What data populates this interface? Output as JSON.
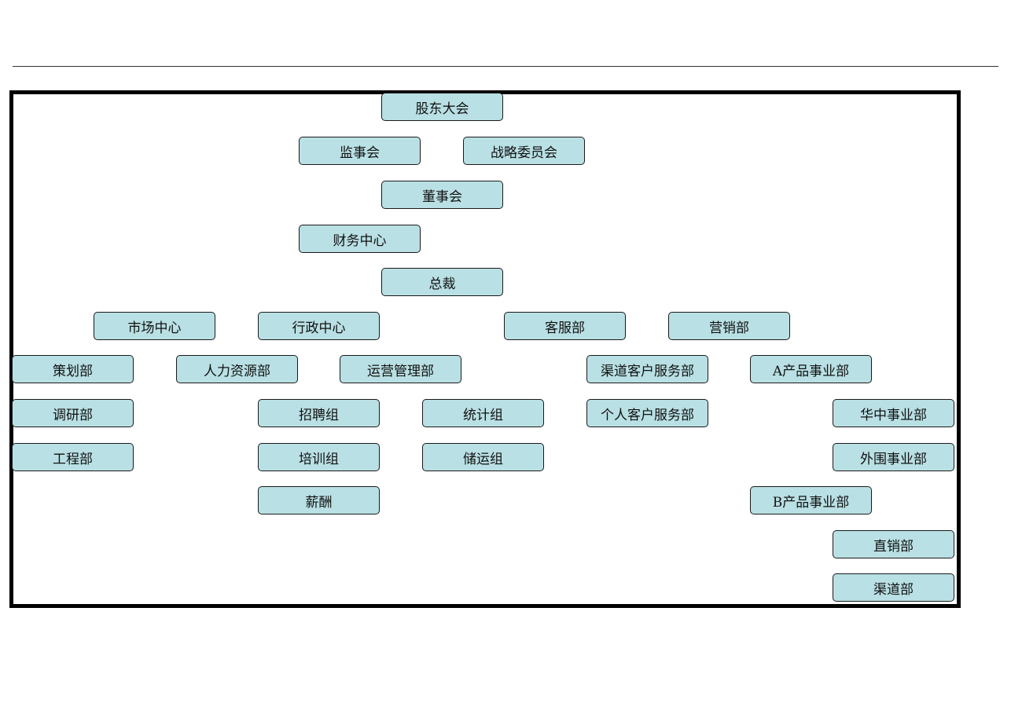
{
  "chart": {
    "node_fill": "#b9e0e4",
    "node_border": "#1a1a1a",
    "nodes": [
      {
        "id": "shareholders",
        "label": "股东大会"
      },
      {
        "id": "supervisory-board",
        "label": "监事会"
      },
      {
        "id": "strategy-committee",
        "label": "战略委员会"
      },
      {
        "id": "board-of-directors",
        "label": "董事会"
      },
      {
        "id": "finance-center",
        "label": "财务中心"
      },
      {
        "id": "president",
        "label": "总裁"
      },
      {
        "id": "marketing-center",
        "label": "市场中心"
      },
      {
        "id": "admin-center",
        "label": "行政中心"
      },
      {
        "id": "customer-service-dept",
        "label": "客服部"
      },
      {
        "id": "sales-dept",
        "label": "营销部"
      },
      {
        "id": "planning-dept",
        "label": "策划部"
      },
      {
        "id": "hr-dept",
        "label": "人力资源部"
      },
      {
        "id": "operations-dept",
        "label": "运营管理部"
      },
      {
        "id": "channel-cs-dept",
        "label": "渠道客户服务部"
      },
      {
        "id": "product-a-division",
        "label": "A产品事业部"
      },
      {
        "id": "research-dept",
        "label": "调研部"
      },
      {
        "id": "recruitment-group",
        "label": "招聘组"
      },
      {
        "id": "statistics-group",
        "label": "统计组"
      },
      {
        "id": "personal-cs-dept",
        "label": "个人客户服务部"
      },
      {
        "id": "central-china-division",
        "label": "华中事业部"
      },
      {
        "id": "engineering-dept",
        "label": "工程部"
      },
      {
        "id": "training-group",
        "label": "培训组"
      },
      {
        "id": "logistics-group",
        "label": "储运组"
      },
      {
        "id": "peripheral-division",
        "label": "外围事业部"
      },
      {
        "id": "compensation",
        "label": "薪酬"
      },
      {
        "id": "product-b-division",
        "label": "B产品事业部"
      },
      {
        "id": "direct-sales-dept",
        "label": "直销部"
      },
      {
        "id": "channel-dept",
        "label": "渠道部"
      }
    ]
  }
}
